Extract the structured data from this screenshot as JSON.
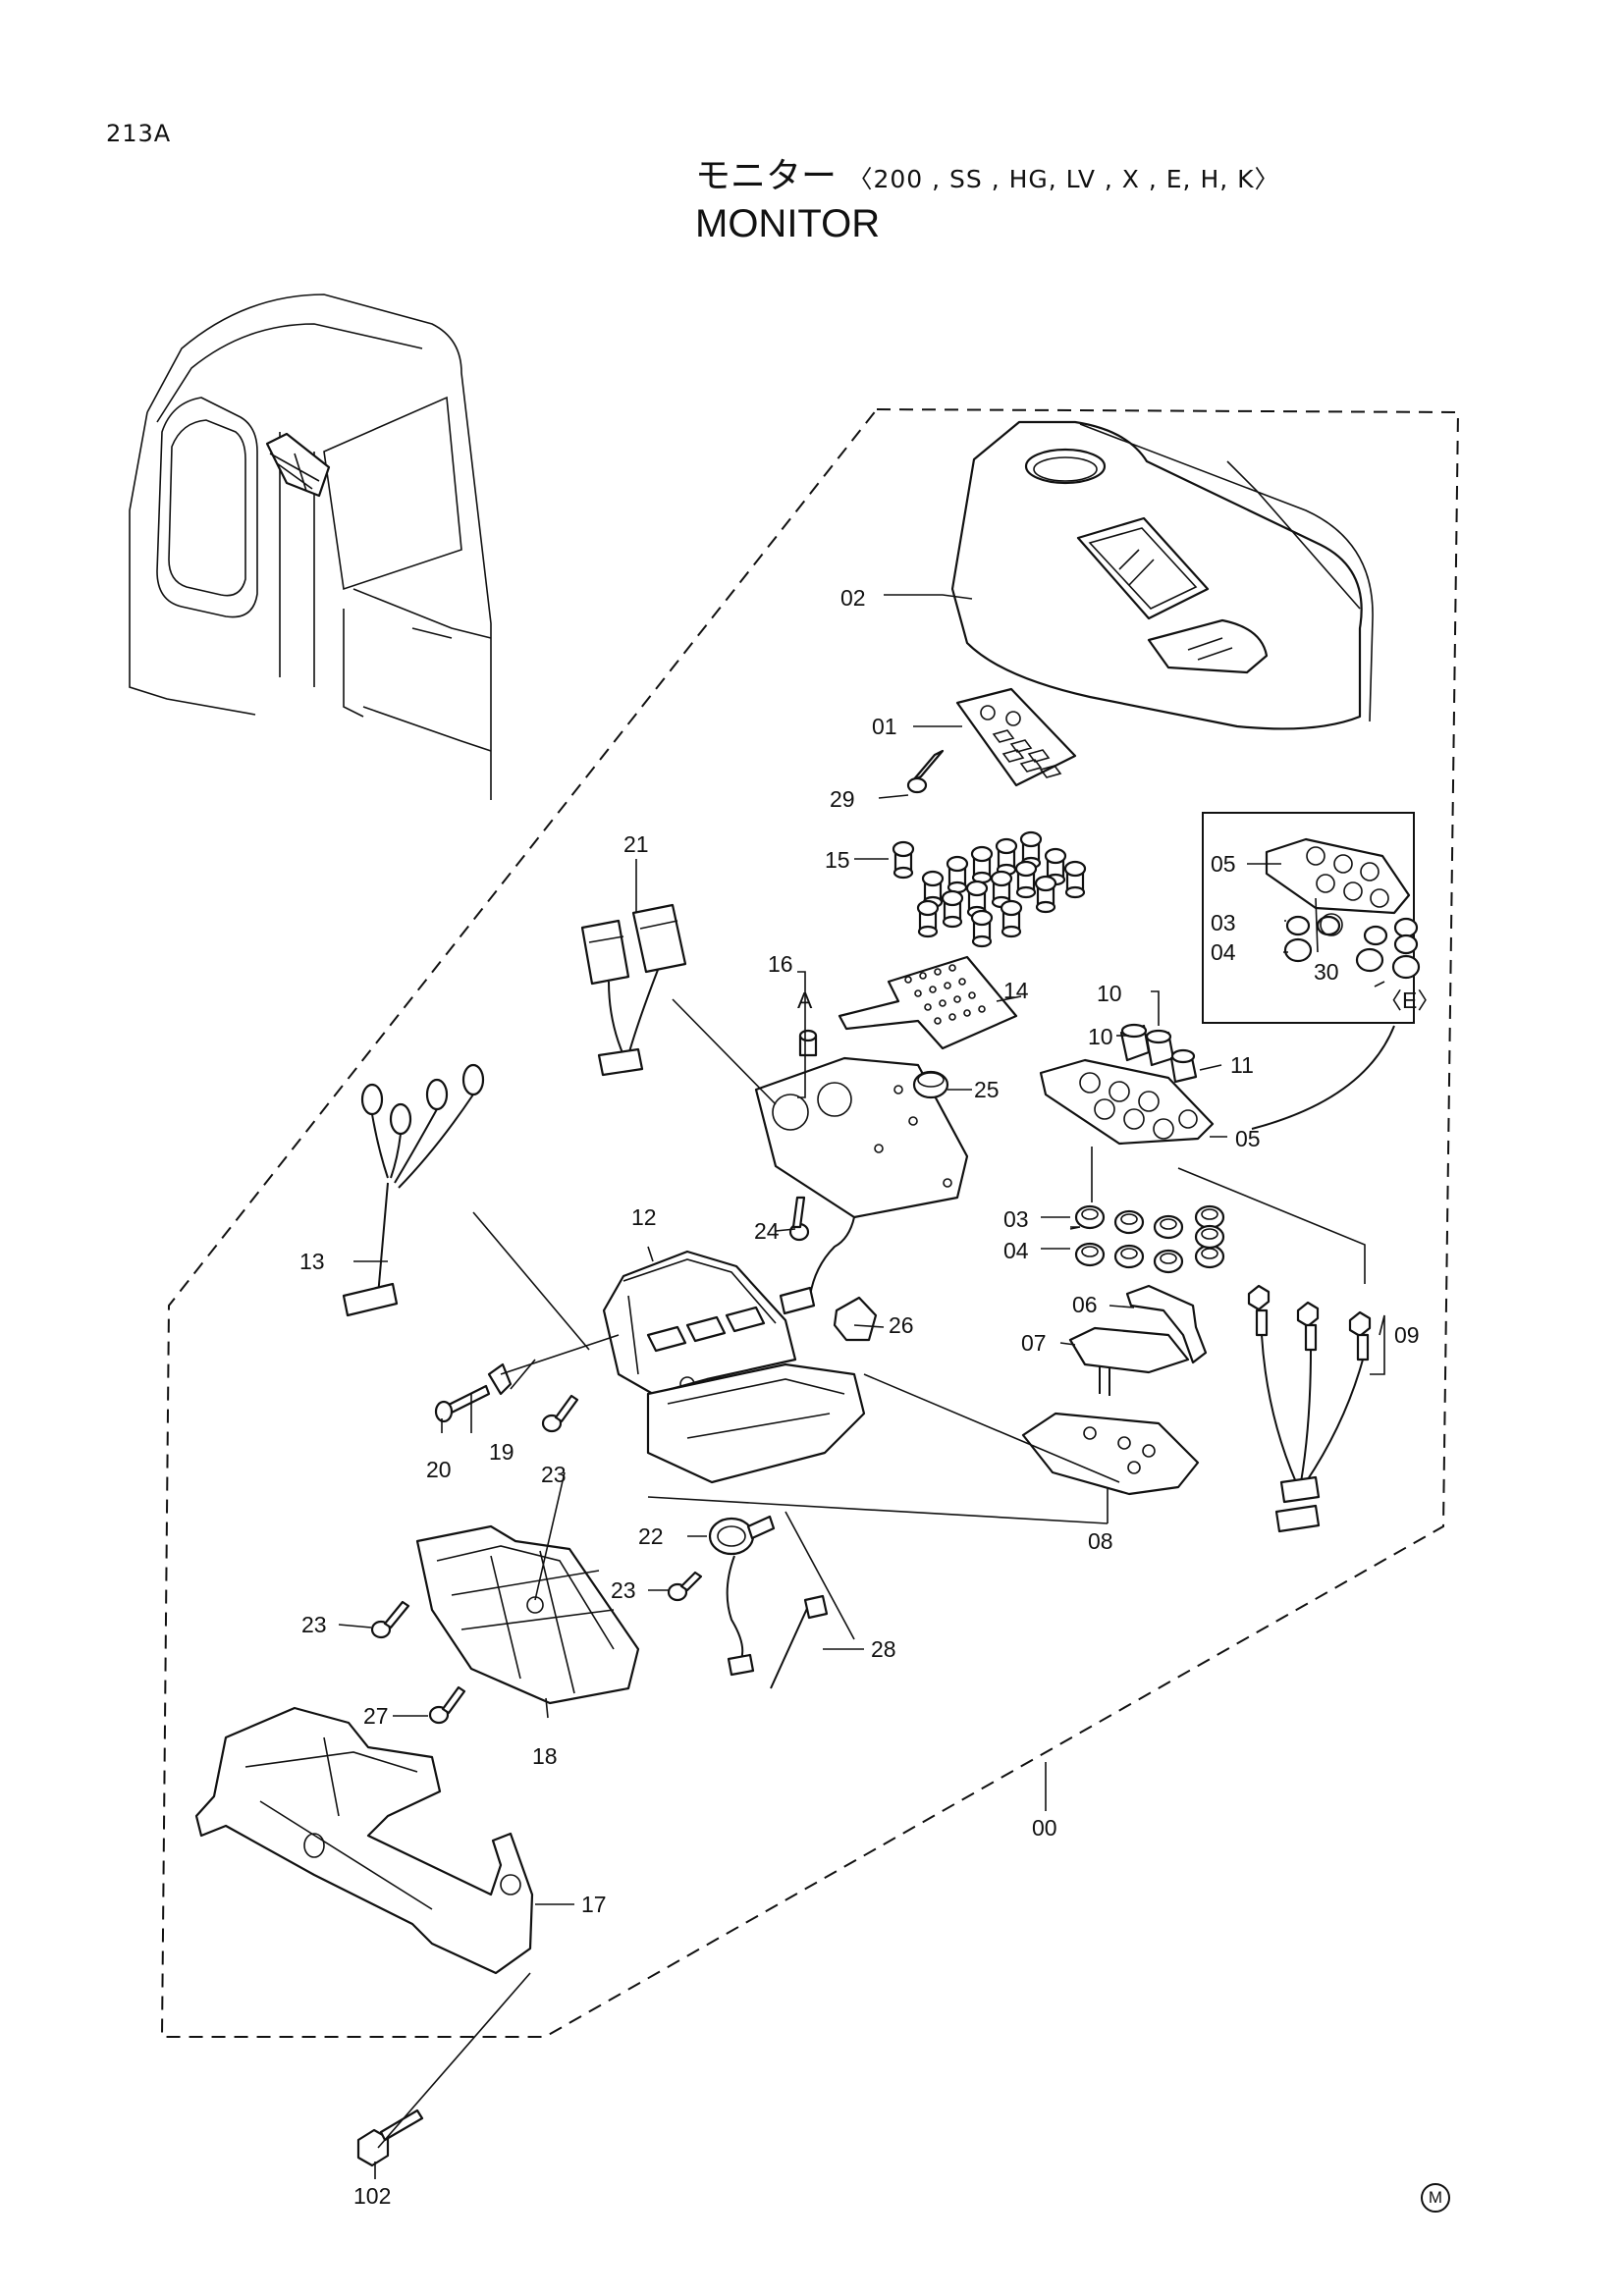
{
  "header": {
    "page_code": "213A",
    "title_jp": "モニター",
    "models": "〈200 , SS , HG, LV , X , E, H, K〉",
    "title_en": "MONITOR"
  },
  "callouts": {
    "c00": "00",
    "c01": "01",
    "c02": "02",
    "c03a": "03",
    "c03b": "03",
    "c04a": "04",
    "c04b": "04",
    "c05a": "05",
    "c05b": "05",
    "c06": "06",
    "c07": "07",
    "c08": "08",
    "c09": "09",
    "c10a": "10",
    "c10b": "10",
    "c11": "11",
    "c12": "12",
    "c13": "13",
    "c14": "14",
    "c15": "15",
    "c16": "16",
    "c17": "17",
    "c18": "18",
    "c19": "19",
    "c20": "20",
    "c21": "21",
    "c22": "22",
    "c23a": "23",
    "c23b": "23",
    "c23c": "23",
    "c24": "24",
    "c25": "25",
    "c26": "26",
    "c27": "27",
    "c28": "28",
    "c29": "29",
    "c30": "30",
    "c102": "102",
    "detail_a": "A",
    "variant_e": "〈E〉"
  },
  "corner_mark": "M"
}
